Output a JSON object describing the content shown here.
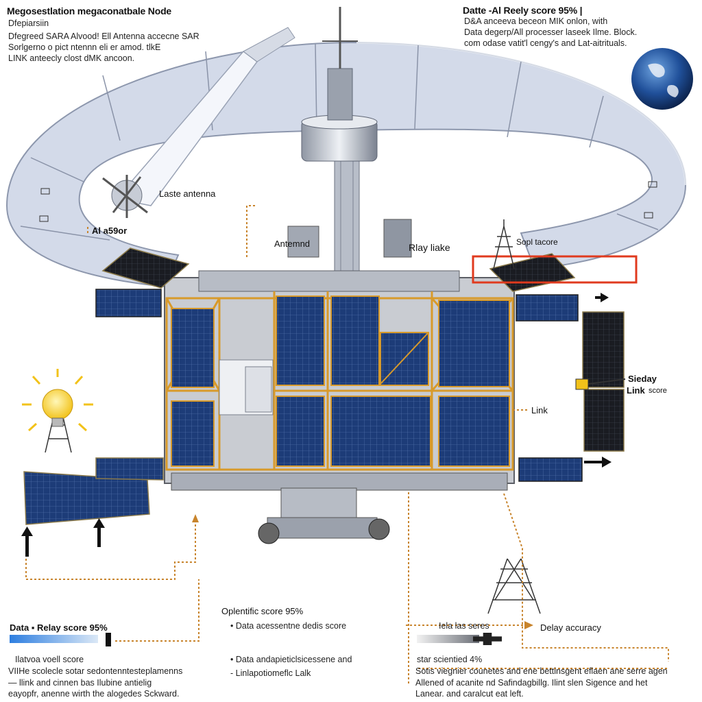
{
  "header_left": {
    "title": "Megosestlation megaconatbale Node",
    "subtitle": "Dfepiarsiin",
    "lines": [
      "Dfegreed SARA Alvood! Ell Antenna accecne SAR",
      "Sorlgerno o pict ntennn eli er amod. tlkE",
      "LINK anteecly clost dMK ancoon."
    ]
  },
  "header_right": {
    "title": "Datte -Al Reely score 95% |",
    "lines": [
      "D&A anceeva beceon MIK onlon, with",
      "Data degerp/All processer laseek Ilme. Block.",
      "com odase vatit'l cengy's and Lat-aitrituals."
    ]
  },
  "callouts": {
    "laste_antenna": "Laste antenna",
    "ai_sensor": "Al a59or",
    "antenna": "Antemnd",
    "relay": "Rlay liake",
    "soft_score": "Sopl tacore",
    "side_link_1": "Sieday",
    "side_link_2": "Link",
    "side_link_3": "score",
    "link": "Link"
  },
  "bottom_left": {
    "title": "Data ▪ Relay score 95%",
    "meter_label": "Ilatvoa voell score",
    "meter_value": 0.86,
    "lines": [
      "VIIHe scolecle sotar sedontenntesteplamenns",
      "— llink and cinnen bas Ilubine antielig",
      "eayopfr, anenne wirth the alogedes Sckward."
    ]
  },
  "bottom_center": {
    "title": "Oplentific score 95%",
    "bullets": [
      "Data acessentne dedis score",
      "Data andapieticlsicessene and",
      "Linlapotiomeflc Lalk"
    ]
  },
  "bottom_right": {
    "meter_label": "Iela las seres",
    "meter_value": 0.7,
    "delay_label": "Delay accuracy",
    "score_label": "star scientied 4%",
    "lines": [
      "Sotis viegnier counetes and ene bettinsgent eflaen ane serre agen",
      "Allened of acanite nd Safindagbillg. Ilint slen Sigence and het",
      "Lanear. and caralcut eat left."
    ]
  },
  "colors": {
    "panel_blue": "#1f3f7a",
    "truss_gold": "#d89a2a",
    "ring_fill": "#d4dbec",
    "leader_orange": "#c8842c",
    "highlight_red": "#e03a1e",
    "meter_blue": "#3a86d8"
  },
  "icons": [
    "lightbulb-icon",
    "earth-icon",
    "arrow-up-icon",
    "arrow-right-icon"
  ]
}
